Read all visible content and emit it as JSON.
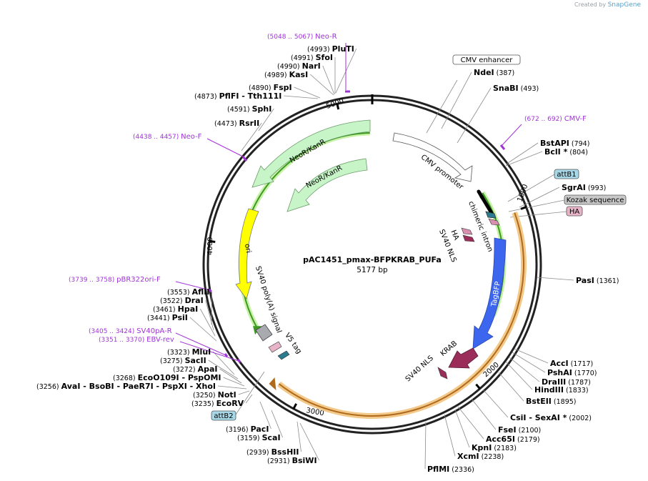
{
  "credit": {
    "prefix": "Created by",
    "brand": "SnapGene"
  },
  "plasmid": {
    "name": "pAC1451_pmax-BFPKRAB_PUFa",
    "length_label": "5177 bp",
    "length": 5177
  },
  "ticks": [
    {
      "pos": 1000,
      "label": "1000"
    },
    {
      "pos": 2000,
      "label": "2000"
    },
    {
      "pos": 3000,
      "label": "3000"
    },
    {
      "pos": 4000,
      "label": "4000"
    },
    {
      "pos": 5000,
      "label": "5000"
    }
  ],
  "features": [
    {
      "name": "CMV enhancer",
      "label": "CMV enhancer",
      "style": "box",
      "color": "#ffffff"
    },
    {
      "name": "CMV promoter",
      "label": "CMV promoter",
      "color": "#ffffff"
    },
    {
      "name": "chimeric intron",
      "label": "chimeric intron",
      "color": "#000000"
    },
    {
      "name": "attB1",
      "label": "attB1",
      "style": "box",
      "color": "#a6d8e8"
    },
    {
      "name": "Kozak sequence",
      "label": "Kozak sequence",
      "style": "box",
      "color": "#c8c8c8"
    },
    {
      "name": "HA",
      "label": "HA",
      "style": "box",
      "color": "#e8b4c8"
    },
    {
      "name": "HA-inner",
      "label": "HA",
      "color": "#d98fb0"
    },
    {
      "name": "SV40 NLS",
      "label": "SV40 NLS",
      "color": "#9b2d5a"
    },
    {
      "name": "TagBFP",
      "label": "TagBFP",
      "color": "#3d66ee"
    },
    {
      "name": "KRAB",
      "label": "KRAB",
      "color": "#9b2d5a"
    },
    {
      "name": "SV40 NLS-2",
      "label": "SV40 NLS",
      "color": "#9b2d5a"
    },
    {
      "name": "V5 tag",
      "label": "V5 tag",
      "color": "#2b7a8f"
    },
    {
      "name": "SV40 poly(A) signal",
      "label": "SV40 poly(A) signal",
      "color": "#a8aab0"
    },
    {
      "name": "attB2",
      "label": "attB2",
      "style": "box",
      "color": "#a6d8e8"
    },
    {
      "name": "ori",
      "label": "ori",
      "color": "#ffff00"
    },
    {
      "name": "NeoR/KanR",
      "label": "NeoR/KanR",
      "color": "#c8f5c8"
    },
    {
      "name": "NeoR/KanR-2",
      "label": "NeoR/KanR",
      "color": "#c8f5c8"
    }
  ],
  "primers": [
    {
      "range": "(5048 .. 5067)",
      "name": "Neo-R"
    },
    {
      "range": "(672 .. 692)",
      "name": "CMV-F"
    },
    {
      "range": "(4438 .. 4457)",
      "name": "Neo-F"
    },
    {
      "range": "(3739 .. 3758)",
      "name": "pBR322ori-F"
    },
    {
      "range": "(3405 .. 3424)",
      "name": "SV40pA-R"
    },
    {
      "range": "(3351 .. 3370)",
      "name": "EBV-rev"
    }
  ],
  "sites": [
    {
      "pos": "(4993)",
      "name": "PluTI"
    },
    {
      "pos": "(4991)",
      "name": "SfoI"
    },
    {
      "pos": "(4990)",
      "name": "NarI"
    },
    {
      "pos": "(4989)",
      "name": "KasI"
    },
    {
      "pos": "(4890)",
      "name": "FspI"
    },
    {
      "pos": "(4873)",
      "name": "PflFI",
      "extra": "- Tth111I"
    },
    {
      "pos": "(4591)",
      "name": "SphI"
    },
    {
      "pos": "(4473)",
      "name": "RsrII"
    },
    {
      "pos": "(387)",
      "name": "NdeI"
    },
    {
      "pos": "(493)",
      "name": "SnaBI"
    },
    {
      "pos": "(794)",
      "name": "BstAPI"
    },
    {
      "pos": "(804)",
      "name": "BclI *"
    },
    {
      "pos": "(993)",
      "name": "SgrAI"
    },
    {
      "pos": "(1361)",
      "name": "PasI"
    },
    {
      "pos": "(1717)",
      "name": "AccI"
    },
    {
      "pos": "(1770)",
      "name": "PshAI"
    },
    {
      "pos": "(1787)",
      "name": "DraIII"
    },
    {
      "pos": "(1833)",
      "name": "HindIII"
    },
    {
      "pos": "(1895)",
      "name": "BstEII"
    },
    {
      "pos": "(2002)",
      "name": "CsiI",
      "extra": "- SexAI *"
    },
    {
      "pos": "(2100)",
      "name": "FseI"
    },
    {
      "pos": "(2179)",
      "name": "Acc65I"
    },
    {
      "pos": "(2183)",
      "name": "KpnI"
    },
    {
      "pos": "(2238)",
      "name": "XcmI"
    },
    {
      "pos": "(2336)",
      "name": "PflMI"
    },
    {
      "pos": "(3553)",
      "name": "AflII"
    },
    {
      "pos": "(3522)",
      "name": "DraI"
    },
    {
      "pos": "(3461)",
      "name": "HpaI"
    },
    {
      "pos": "(3441)",
      "name": "PsiI"
    },
    {
      "pos": "(3323)",
      "name": "MluI"
    },
    {
      "pos": "(3275)",
      "name": "SacII"
    },
    {
      "pos": "(3272)",
      "name": "ApaI"
    },
    {
      "pos": "(3268)",
      "name": "EcoO109I",
      "extra": "- PspOMI"
    },
    {
      "pos": "(3256)",
      "name": "AvaI",
      "extra": "- BsoBI  - PaeR7I  - PspXI  - XhoI"
    },
    {
      "pos": "(3250)",
      "name": "NotI"
    },
    {
      "pos": "(3235)",
      "name": "EcoRV"
    },
    {
      "pos": "(3196)",
      "name": "PacI"
    },
    {
      "pos": "(3159)",
      "name": "ScaI"
    },
    {
      "pos": "(2939)",
      "name": "BssHII"
    },
    {
      "pos": "(2931)",
      "name": "BsiWI"
    }
  ]
}
